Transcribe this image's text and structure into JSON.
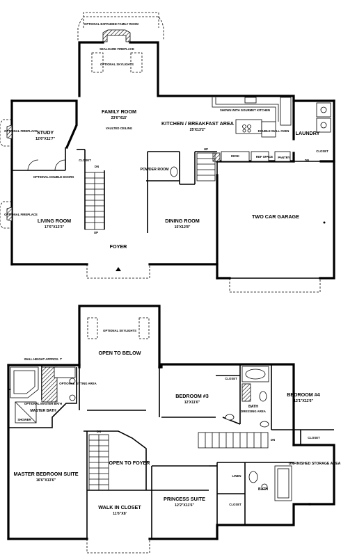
{
  "first_floor": {
    "optional_family_room": "OPTIONAL EXPANDED FAMILY ROOM",
    "see_through_fireplace": "SEALOARD FIREPLACE",
    "optional_skylights": "OPTIONAL SKYLIGHTS",
    "family_room": "FAMILY ROOM",
    "family_room_dim": "23'6\"X15'",
    "vaulted_ceiling": "VAULTED CEILING",
    "kitchen": "KITCHEN / BREAKFAST AREA",
    "kitchen_dim": "25'X13'2\"",
    "shown_with_gourmet": "SHOWN WITH GOURMET KITCHEN",
    "double_wall_oven": "DOUBLE WALL OVEN",
    "laundry": "LAUNDRY",
    "closet_right": "CLOSET",
    "optional_fireplace_study": "OPTIONAL FIREPLACE",
    "study": "STUDY",
    "study_dim": "12'6\"X11'7\"",
    "closet_study": "CLOSET",
    "optional_double_doors": "OPTIONAL DOUBLE DOORS",
    "dn_stair": "DN",
    "up_stair": "UP",
    "powder_room": "POWDER ROOM",
    "up_garage": "UP",
    "desk": "DESK",
    "ref_space": "REF SPACE",
    "pantry": "PANTRY",
    "dn_laundry": "DN",
    "two_car_garage": "TWO CAR GARAGE",
    "optional_fireplace_living": "OPTIONAL FIREPLACE",
    "living_room": "LIVING ROOM",
    "living_room_dim": "17'6\"X13'3\"",
    "dining_room": "DINING ROOM",
    "dining_room_dim": "15'X12'8\"",
    "foyer": "FOYER"
  },
  "second_floor": {
    "optional_skylights": "OPTIONAL SKYLIGHTS",
    "open_to_below": "OPEN TO BELOW",
    "wall_height": "WALL HEIGHT APPROX. 7'",
    "optional_sitting_area": "OPTIONAL SITTING AREA",
    "optional_master_bath": "OPTIONAL MASTER BATH",
    "master_bath": "MASTER BATH",
    "shower": "SHOWER",
    "closet_b3": "CLOSET",
    "bedroom3": "BEDROOM #3",
    "bedroom3_dim": "12'X11'6\"",
    "bedroom4": "BEDROOM #4",
    "bedroom4_dim": "12'1\"X11'6\"",
    "bath_center": "BATH",
    "dressing_area": "DRESSING AREA",
    "dn_stair": "DN",
    "closet_b4": "CLOSET",
    "master_suite": "MASTER BEDROOM SUITE",
    "master_suite_dim": "16'6\"X13'6\"",
    "open_to_foyer": "OPEN TO FOYER",
    "linen": "LINEN",
    "bath_princess": "BATH",
    "unfinished_storage": "UNFINISHED STORAGE AREA",
    "walk_in_closet": "WALK IN CLOSET",
    "walk_in_closet_dim": "11'6\"X8'",
    "princess_suite": "PRINCESS SUITE",
    "princess_suite_dim": "12'2\"X11'6\"",
    "closet_princess": "CLOSET"
  }
}
